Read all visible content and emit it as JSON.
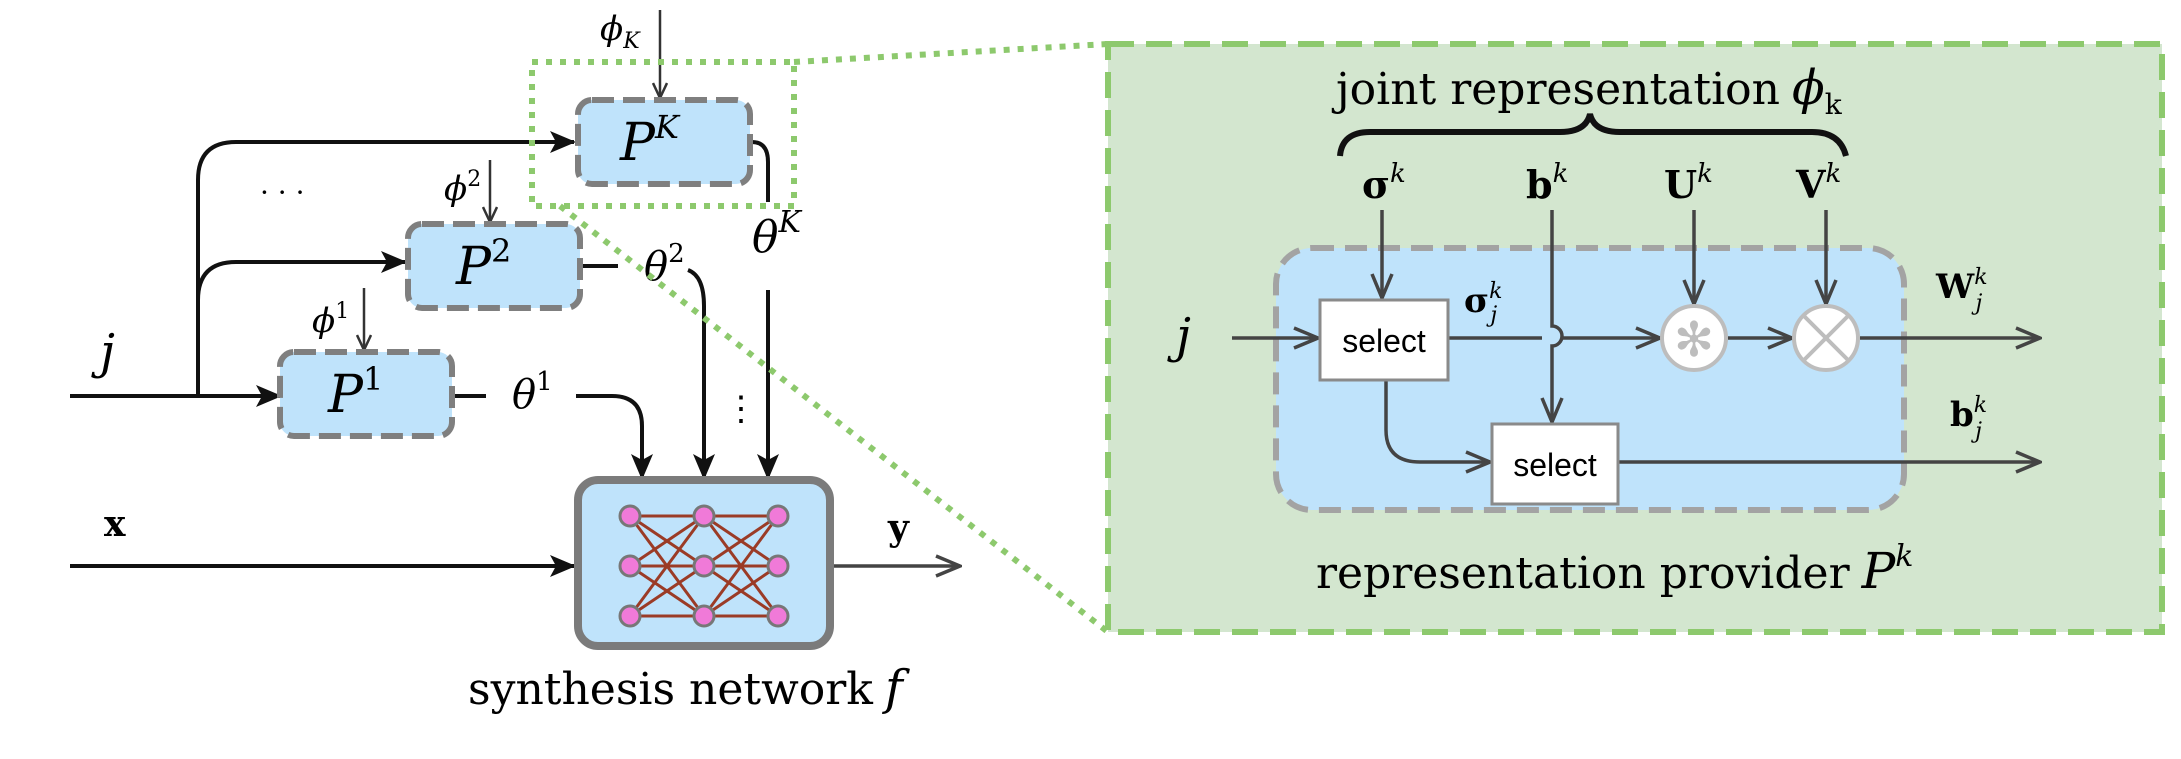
{
  "colors": {
    "provider_fill": "#bfe3fb",
    "provider_border": "#7f7f7f",
    "zoom_fill": "#d3e6cf",
    "zoom_border": "#8dc96d",
    "network_fill": "#bfe3fb",
    "network_border": "#7b7b7b",
    "node_fill": "#f07ad8",
    "edge_color": "#9b3b26",
    "op_circle": "#bdbdbd"
  },
  "left": {
    "input_j": "j",
    "input_x": "x",
    "output_y": "y",
    "caption_prefix": "synthesis network",
    "caption_symbol": "f",
    "ellipsis_h": "· · ·",
    "ellipsis_v": "⋮",
    "providers": [
      {
        "P": "P",
        "sup": "1",
        "phi": "ϕ",
        "phi_sup": "1",
        "phi_sub": "",
        "theta": "θ",
        "theta_sup": "1"
      },
      {
        "P": "P",
        "sup": "2",
        "phi": "ϕ",
        "phi_sup": "2",
        "phi_sub": "",
        "theta": "θ",
        "theta_sup": "2"
      },
      {
        "P": "P",
        "sup": "K",
        "phi": "ϕ",
        "phi_sup": "",
        "phi_sub": "K",
        "theta": "θ",
        "theta_sup": "K"
      }
    ]
  },
  "zoom": {
    "joint_label": "joint representation",
    "joint_symbol": "ϕ",
    "joint_sub": "k",
    "inputs": [
      {
        "sym": "σ",
        "sup": "k"
      },
      {
        "sym": "b",
        "sup": "k"
      },
      {
        "sym": "U",
        "sup": "k"
      },
      {
        "sym": "V",
        "sup": "k"
      }
    ],
    "input_j": "j",
    "select_top": "select",
    "select_bottom": "select",
    "sigma_out": {
      "sym": "σ",
      "sup": "k",
      "sub": "j"
    },
    "conv_op": "✻",
    "outputs": [
      {
        "sym": "W",
        "sup": "k",
        "sub": "j"
      },
      {
        "sym": "b",
        "sup": "k",
        "sub": "j"
      }
    ],
    "caption_prefix": "representation provider",
    "caption_symbol": "P",
    "caption_sup": "k"
  }
}
